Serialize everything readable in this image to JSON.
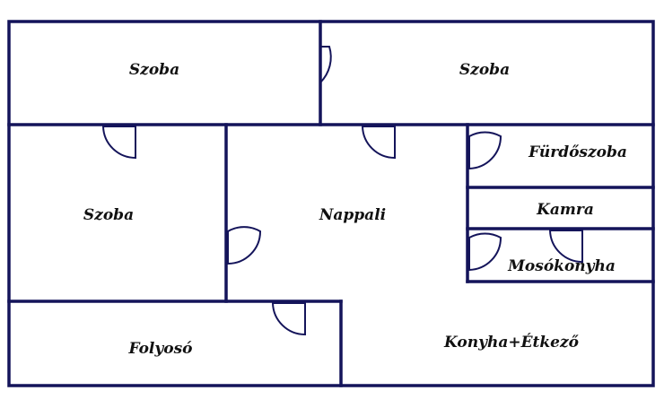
{
  "floorplan": {
    "wall_color": "#14145a",
    "rooms": {
      "szoba_top_left": "Szoba",
      "szoba_top_right": "Szoba",
      "szoba_mid_left": "Szoba",
      "nappali": "Nappali",
      "furdoszoba": "Fürdőszoba",
      "kamra": "Kamra",
      "mosokonyha": "Mosókonyha",
      "folyoso": "Folyosó",
      "konyha": "Konyha+Étkező"
    }
  }
}
